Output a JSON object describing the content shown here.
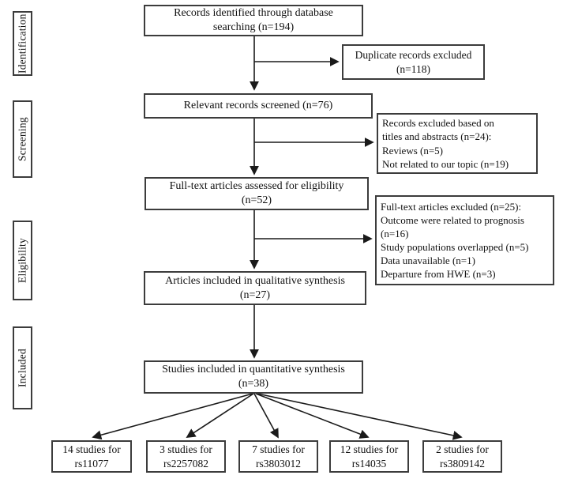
{
  "sidebar": {
    "items": [
      {
        "label": "Identification"
      },
      {
        "label": "Screening"
      },
      {
        "label": "Eligibility"
      },
      {
        "label": "Included"
      }
    ]
  },
  "flow": {
    "identified": {
      "lines": [
        "Records identified through database",
        "searching (n=194)"
      ]
    },
    "duplicates": {
      "lines": [
        "Duplicate records excluded",
        "(n=118)"
      ]
    },
    "screened": {
      "lines": [
        "Relevant records screened (n=76)"
      ]
    },
    "title_abstract_excluded": {
      "lines": [
        "Records excluded based on",
        "titles and abstracts (n=24):",
        "Reviews (n=5)",
        "Not related to our topic (n=19)"
      ]
    },
    "fulltext_assessed": {
      "lines": [
        "Full-text articles assessed for eligibility",
        "(n=52)"
      ]
    },
    "fulltext_excluded": {
      "lines": [
        "Full-text articles excluded (n=25):",
        "Outcome were related to prognosis (n=16)",
        "Study populations overlapped (n=5)",
        "Data unavailable (n=1)",
        "Departure from HWE (n=3)"
      ]
    },
    "qualitative": {
      "lines": [
        "Articles included in qualitative synthesis",
        "(n=27)"
      ]
    },
    "quantitative": {
      "lines": [
        "Studies included in quantitative synthesis",
        "(n=38)"
      ]
    },
    "snp_studies": [
      {
        "lines": [
          "14 studies for",
          "rs11077"
        ]
      },
      {
        "lines": [
          "3 studies for",
          "rs2257082"
        ]
      },
      {
        "lines": [
          "7 studies for",
          "rs3803012"
        ]
      },
      {
        "lines": [
          "12 studies for",
          "rs14035"
        ]
      },
      {
        "lines": [
          "2 studies for",
          "rs3809142"
        ]
      }
    ]
  },
  "colors": {
    "border": "#3c3c3c",
    "arrow": "#1a1a1a",
    "text": "#111111",
    "background": "#ffffff"
  }
}
